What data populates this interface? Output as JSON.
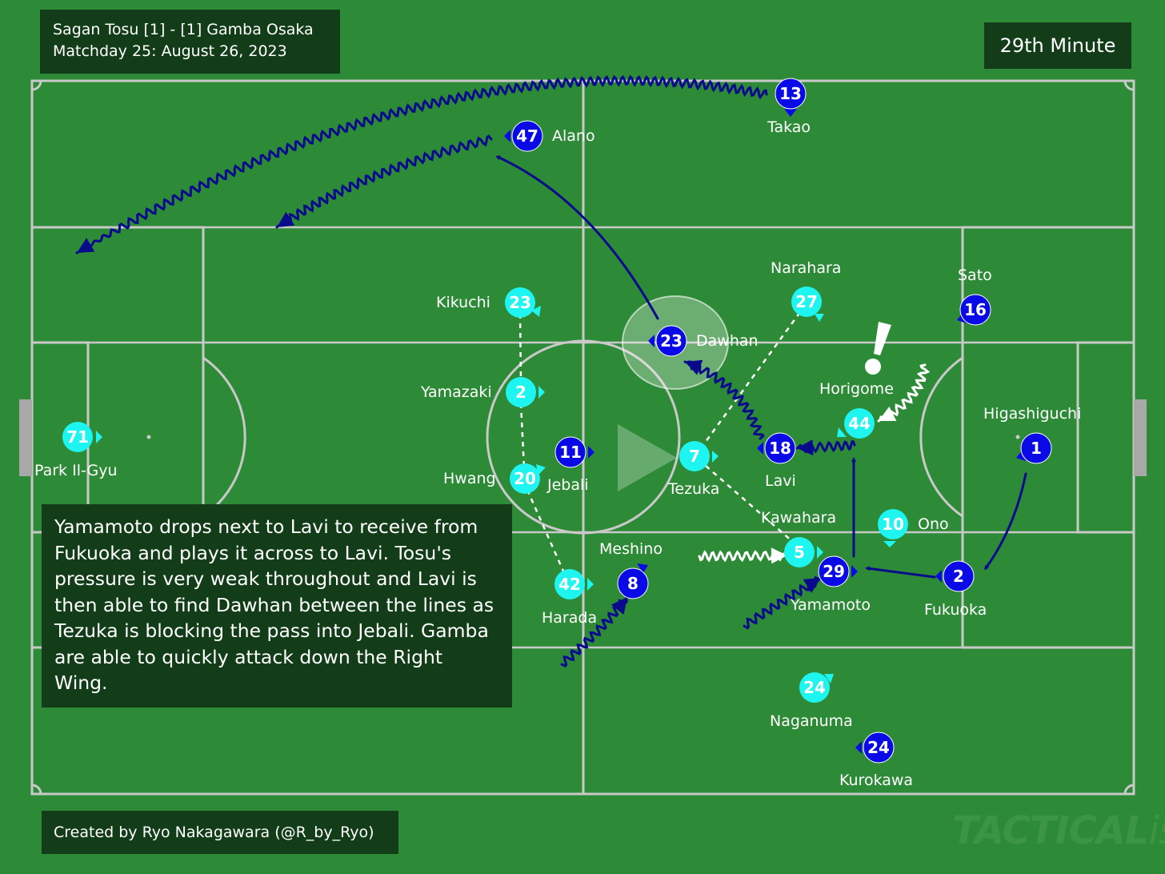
{
  "match": {
    "line1": "Sagan Tosu [1] - [1] Gamba Osaka",
    "line2": "Matchday 25: August 26, 2023"
  },
  "minute": "29th Minute",
  "description": "Yamamoto drops next to Lavi to receive from Fukuoka and plays it across to Lavi. Tosu's pressure is very weak throughout and Lavi is then able to find Dawhan between the lines as Tezuka is blocking the pass into Jebali. Gamba are able to quickly attack down the Right Wing.",
  "credit": "Created by Ryo Nakagawara (@R_by_Ryo)",
  "watermark": {
    "main": "TACTICAL",
    "suffix": "ista"
  },
  "colors": {
    "pitch": "#2d8a36",
    "lines": "#c9c9c9",
    "tosu": "#1ff5f0",
    "gamba": "#0a0ae6",
    "arrow": "#0a0a8c",
    "panel": "#123d18"
  },
  "players": {
    "tosu": [
      {
        "num": "71",
        "name": "Park Il-Gyu"
      },
      {
        "num": "23",
        "name": "Kikuchi"
      },
      {
        "num": "2",
        "name": "Yamazaki"
      },
      {
        "num": "20",
        "name": "Hwang"
      },
      {
        "num": "42",
        "name": "Harada"
      },
      {
        "num": "7",
        "name": "Tezuka"
      },
      {
        "num": "27",
        "name": "Narahara"
      },
      {
        "num": "44",
        "name": "Horigome"
      },
      {
        "num": "10",
        "name": "Ono"
      },
      {
        "num": "5",
        "name": "Kawahara"
      },
      {
        "num": "24",
        "name": "Naganuma"
      }
    ],
    "gamba": [
      {
        "num": "13",
        "name": "Takao"
      },
      {
        "num": "47",
        "name": "Alano"
      },
      {
        "num": "23",
        "name": "Dawhan"
      },
      {
        "num": "16",
        "name": "Sato"
      },
      {
        "num": "11",
        "name": "Jebali"
      },
      {
        "num": "18",
        "name": "Lavi"
      },
      {
        "num": "1",
        "name": "Higashiguchi"
      },
      {
        "num": "8",
        "name": "Meshino"
      },
      {
        "num": "29",
        "name": "Yamamoto"
      },
      {
        "num": "2",
        "name": "Fukuoka"
      },
      {
        "num": "24",
        "name": "Kurokawa"
      }
    ]
  }
}
